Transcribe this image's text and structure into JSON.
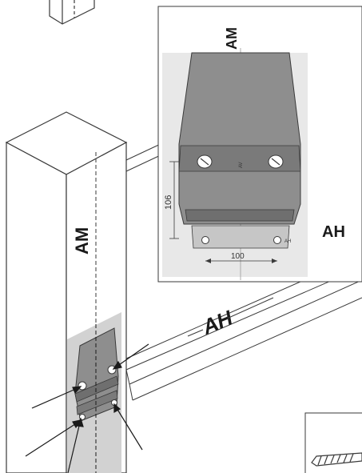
{
  "labels": {
    "post_label": "AM",
    "rail_label": "AH",
    "inset_top_label": "AM",
    "inset_side_label": "AH",
    "inset_center_tag": "AV",
    "inset_corner_tag": "AH"
  },
  "dimensions": {
    "vertical": "106",
    "horizontal": "100"
  },
  "colors": {
    "line": "#3a3a3a",
    "gray_plate": "#d2d2d2",
    "device_fill": "#8e8e8e",
    "device_dark": "#6f6f6f",
    "inset_background": "#e8e8e8"
  }
}
